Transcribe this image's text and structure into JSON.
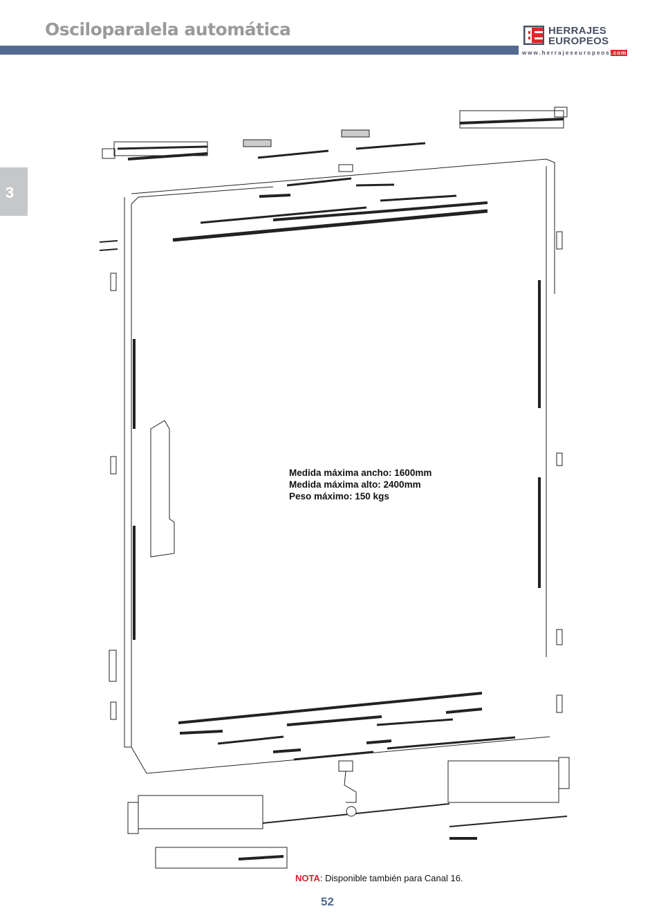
{
  "header": {
    "title": "Osciloparalela automática"
  },
  "logo": {
    "line1": "HERRAJES",
    "line2": "EUROPEOS",
    "url_main": "www.herrajeseuropeos",
    "url_tld": ".com",
    "brand_color": "#e3262b"
  },
  "section_tab": {
    "number": "3"
  },
  "specs": {
    "width": "Medida máxima ancho: 1600mm",
    "height": "Medida máxima alto: 2400mm",
    "weight": "Peso máximo: 150 kgs"
  },
  "note": {
    "label": "NOTA",
    "text": ": Disponible también para Canal 16."
  },
  "footer": {
    "page_number": "52"
  },
  "colors": {
    "header_bar": "#536a8e",
    "title": "#9a9a9a"
  }
}
